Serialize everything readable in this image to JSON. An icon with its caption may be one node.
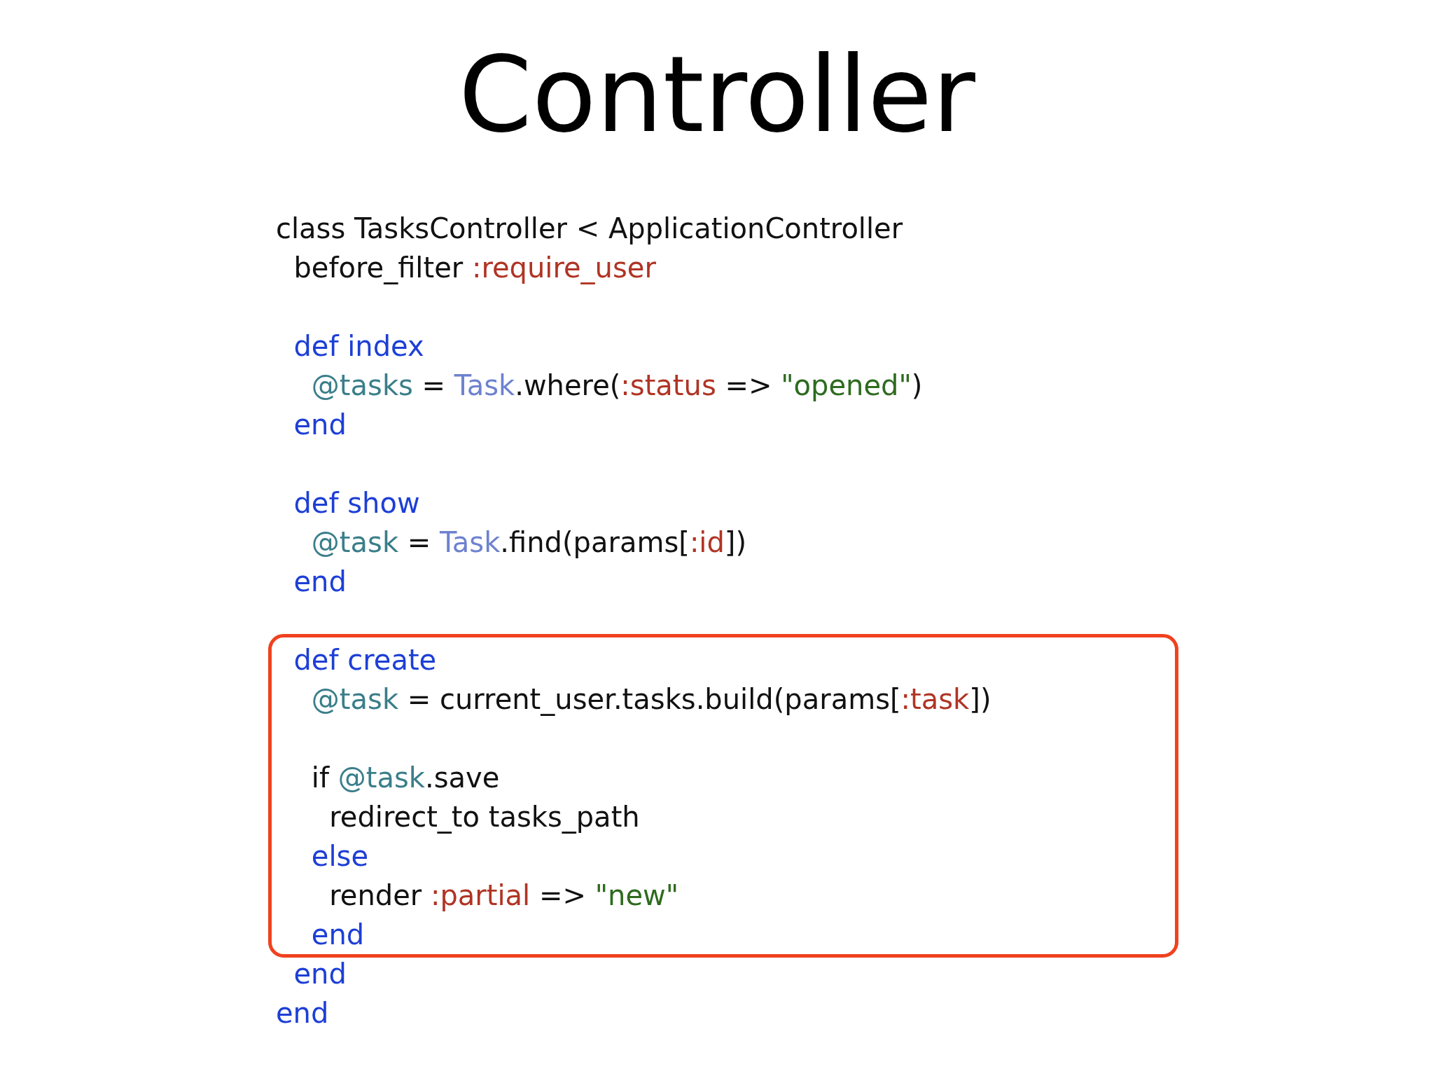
{
  "diagram": {
    "title": "Controller",
    "nodes": [
      {
        "text": [
          "  def create",
          "    @task = current_user.tasks.build(params[:task])",
          "    if @task.save",
          "      redirect_to tasks_path",
          "    else",
          "      render :partial => \"new\"",
          "    end"
        ]
      }
    ],
    "edges": [],
    "labels": [
      "class TasksController < ApplicationController",
      "  before_filter :require_user",
      "  def index",
      "    @tasks = Task.where(:status => \"opened\")",
      "  end",
      "  def show",
      "    @task = Task.find(params[:id])",
      "  end",
      "  end",
      "end"
    ]
  }
}
